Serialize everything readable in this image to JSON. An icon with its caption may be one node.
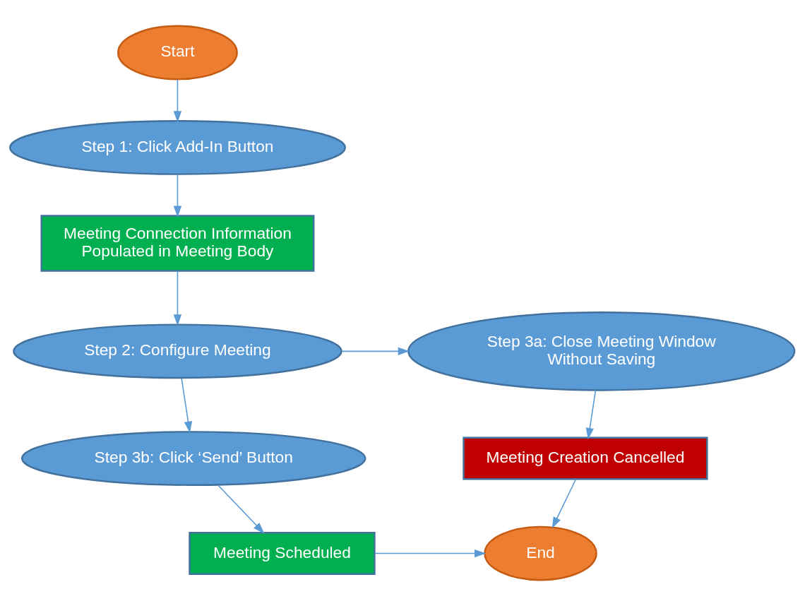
{
  "diagram": {
    "nodes": [
      {
        "text": [
          "Start"
        ]
      },
      {
        "text": [
          "Step 1: Click Add-In Button"
        ]
      },
      {
        "text": [
          "Meeting Connection Information Populated in Meeting Body"
        ]
      },
      {
        "text": [
          "Step 2: Configure Meeting"
        ]
      },
      {
        "text": [
          "Step 3a: Close Meeting Window Without Saving"
        ]
      },
      {
        "text": [
          "Step 3b: Click ‘Send’ Button"
        ]
      },
      {
        "text": [
          "Meeting Creation Cancelled"
        ]
      },
      {
        "text": [
          "Meeting Scheduled"
        ]
      },
      {
        "text": [
          "End"
        ]
      }
    ],
    "edges": [
      {
        "from": 0,
        "to": 1,
        "arrow": "to"
      },
      {
        "from": 1,
        "to": 2,
        "arrow": "to"
      },
      {
        "from": 2,
        "to": 3,
        "arrow": "to"
      },
      {
        "from": 3,
        "to": 4,
        "arrow": "to"
      },
      {
        "from": 3,
        "to": 5,
        "arrow": "to"
      },
      {
        "from": 4,
        "to": 6,
        "arrow": "to"
      },
      {
        "from": 5,
        "to": 7,
        "arrow": "to"
      },
      {
        "from": 6,
        "to": 8,
        "arrow": "to"
      },
      {
        "from": 7,
        "to": 8,
        "arrow": "to"
      }
    ]
  }
}
